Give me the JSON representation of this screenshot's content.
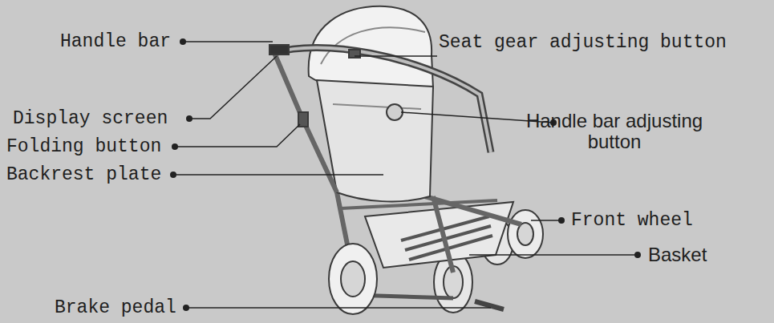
{
  "diagram": {
    "labels": [
      "Handle bar",
      "Display screen",
      "Folding button",
      "Backrest plate",
      "Brake pedal",
      "Seat gear adjusting button",
      "Handle bar adjusting button",
      "Front wheel",
      "Basket"
    ]
  }
}
